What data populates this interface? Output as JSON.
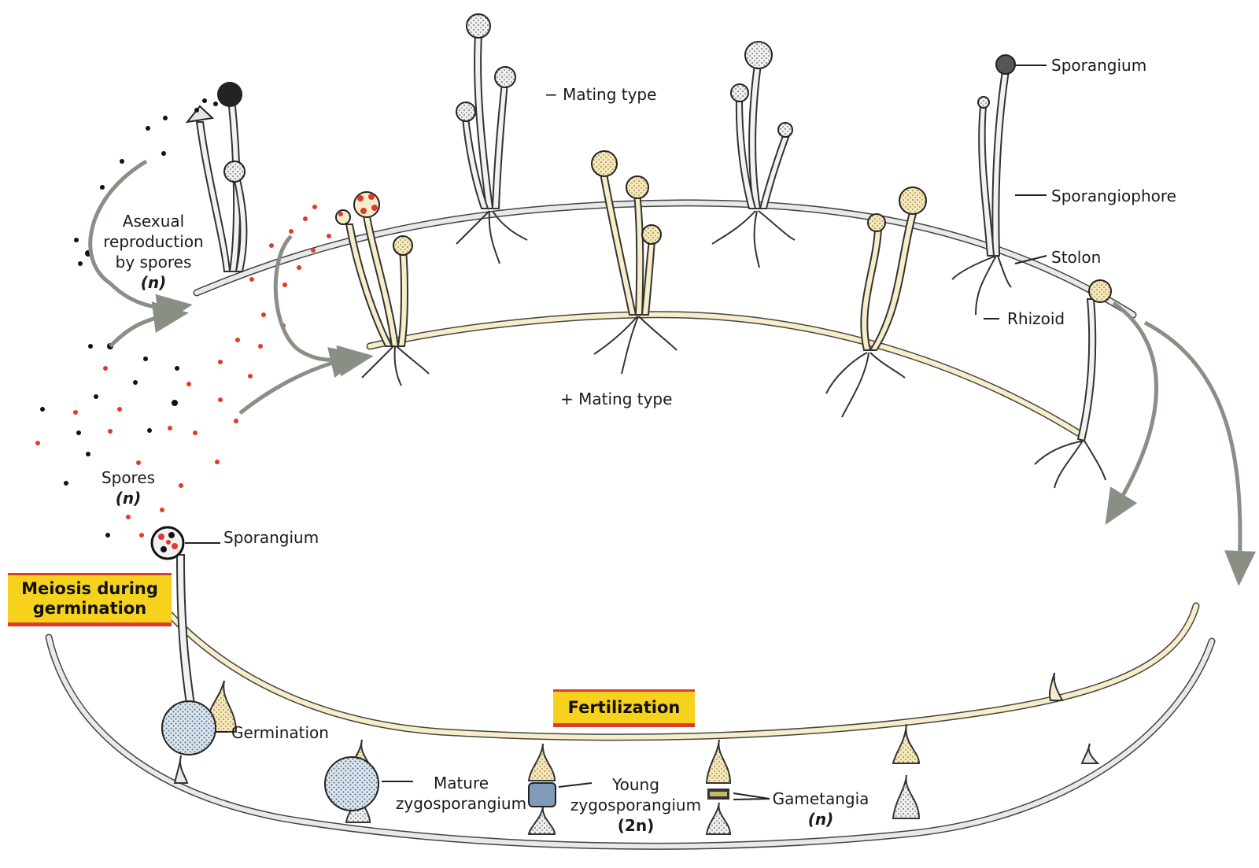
{
  "labels": {
    "minus_mating_type": "− Mating type",
    "plus_mating_type": "+ Mating type",
    "asexual": [
      "Asexual",
      "reproduction",
      "by spores"
    ],
    "asexual_n": "(n)",
    "sporangium_top": "Sporangium",
    "sporangiophore": "Sporangiophore",
    "stolon": "Stolon",
    "rhizoid": "Rhizoid",
    "spores": "Spores",
    "spores_n": "(n)",
    "sporangium_bottom": "Sporangium",
    "germination": "Germination",
    "mature_zygo": [
      "Mature",
      "zygosporangium"
    ],
    "young_zygo": [
      "Young",
      "zygosporangium"
    ],
    "young_zygo_2n": "(2n)",
    "gametangia": "Gametangia",
    "gametangia_n": "(n)"
  },
  "boxes": {
    "meiosis": [
      "Meiosis during",
      "germination"
    ],
    "fertilization": "Fertilization"
  },
  "colors": {
    "minus_strain": "#e2e2e2",
    "plus_strain": "#f7eec9",
    "zygo_blue": "#7f9bb8",
    "spore_red": "#e23a2a",
    "arrow": "#8a8f86",
    "box_yellow": "#f7d21c"
  }
}
